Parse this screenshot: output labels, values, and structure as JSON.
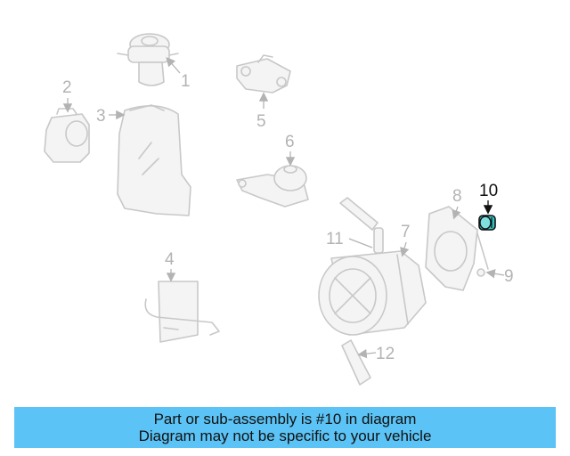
{
  "callouts": {
    "c1": "1",
    "c2": "2",
    "c3": "3",
    "c4": "4",
    "c5": "5",
    "c6": "6",
    "c7": "7",
    "c8": "8",
    "c9": "9",
    "c10": "10",
    "c11": "11",
    "c12": "12"
  },
  "highlighted_callout": "10",
  "colors": {
    "banner": "#5bc3f5",
    "highlight_part": "#2ec4c4",
    "faded_line": "#c8c8c8"
  },
  "banner": {
    "line1": "Part or sub-assembly is #10 in diagram",
    "line2": "Diagram may not be specific to your vehicle"
  }
}
